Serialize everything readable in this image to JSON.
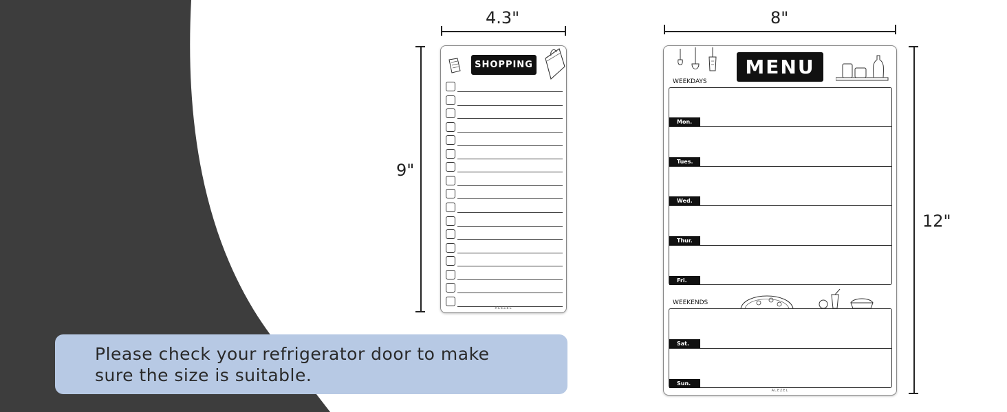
{
  "banner": {
    "line1": "Please check your refrigerator door to make",
    "line2": "sure the size is suitable."
  },
  "shopping_pad": {
    "width_label": "4.3\"",
    "height_label": "9\"",
    "title": "SHOPPING",
    "brand": "ALEZEL",
    "checkbox_count": 17
  },
  "menu_pad": {
    "width_label": "8\"",
    "height_label": "12\"",
    "title": "MENU",
    "weekdays_label": "WEEKDAYS",
    "weekends_label": "WEEKENDS",
    "weekdays": [
      "Mon.",
      "Tues.",
      "Wed.",
      "Thur.",
      "Fri."
    ],
    "weekends": [
      "Sat.",
      "Sun."
    ],
    "brand": "ALEZEL"
  },
  "colors": {
    "dark_background": "#3d3d3d",
    "banner": "#b7c9e4",
    "label_fill": "#111111"
  }
}
